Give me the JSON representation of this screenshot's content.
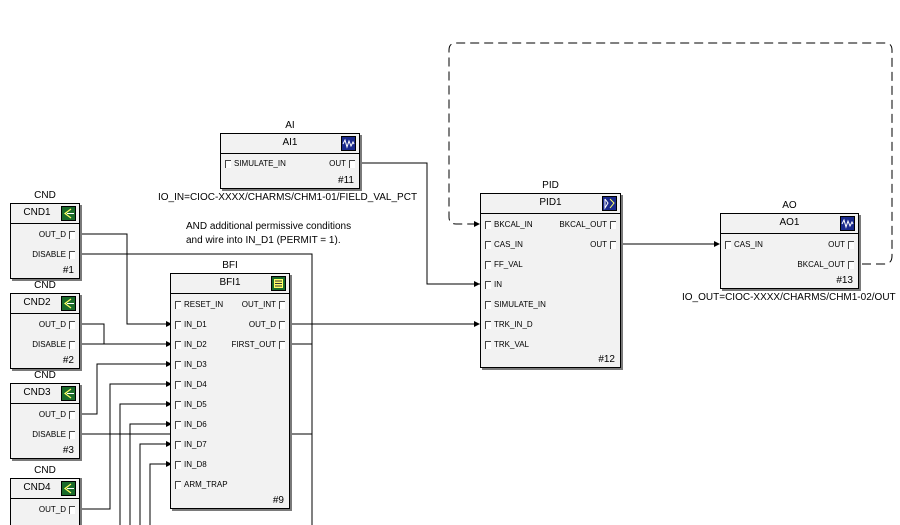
{
  "blocks": {
    "ai": {
      "type": "AI",
      "name": "AI1",
      "inputs": [
        "SIMULATE_IN"
      ],
      "outputs": [
        "OUT"
      ],
      "number": "#11",
      "icon": "waveform-icon",
      "io_label": "IO_IN=CIOC-XXXX/CHARMS/CHM1-01/FIELD_VAL_PCT"
    },
    "pid": {
      "type": "PID",
      "name": "PID1",
      "inputs": [
        "BKCAL_IN",
        "CAS_IN",
        "FF_VAL",
        "IN",
        "SIMULATE_IN",
        "TRK_IN_D",
        "TRK_VAL"
      ],
      "outputs": [
        "BKCAL_OUT",
        "OUT"
      ],
      "number": "#12",
      "icon": "pid-icon"
    },
    "ao": {
      "type": "AO",
      "name": "AO1",
      "inputs": [
        "CAS_IN"
      ],
      "outputs": [
        "OUT",
        "BKCAL_OUT"
      ],
      "number": "#13",
      "icon": "waveform-icon",
      "io_label": "IO_OUT=CIOC-XXXX/CHARMS/CHM1-02/OUT"
    },
    "bfi": {
      "type": "BFI",
      "name": "BFI1",
      "inputs": [
        "RESET_IN",
        "IN_D1",
        "IN_D2",
        "IN_D3",
        "IN_D4",
        "IN_D5",
        "IN_D6",
        "IN_D7",
        "IN_D8",
        "ARM_TRAP"
      ],
      "outputs": [
        "OUT_INT",
        "OUT_D",
        "FIRST_OUT"
      ],
      "number": "#9",
      "icon": "bfi-icon"
    },
    "cnd1": {
      "type": "CND",
      "name": "CND1",
      "outputs": [
        "OUT_D",
        "DISABLE"
      ],
      "number": "#1",
      "icon": "condition-icon"
    },
    "cnd2": {
      "type": "CND",
      "name": "CND2",
      "outputs": [
        "OUT_D",
        "DISABLE"
      ],
      "number": "#2",
      "icon": "condition-icon"
    },
    "cnd3": {
      "type": "CND",
      "name": "CND3",
      "outputs": [
        "OUT_D",
        "DISABLE"
      ],
      "number": "#3",
      "icon": "condition-icon"
    },
    "cnd4": {
      "type": "CND",
      "name": "CND4",
      "outputs": [
        "OUT_D"
      ],
      "number": "",
      "icon": "condition-icon"
    }
  },
  "annotation": {
    "line1": "AND additional permissive conditions",
    "line2": "and wire into IN_D1 (PERMIT = 1)."
  }
}
